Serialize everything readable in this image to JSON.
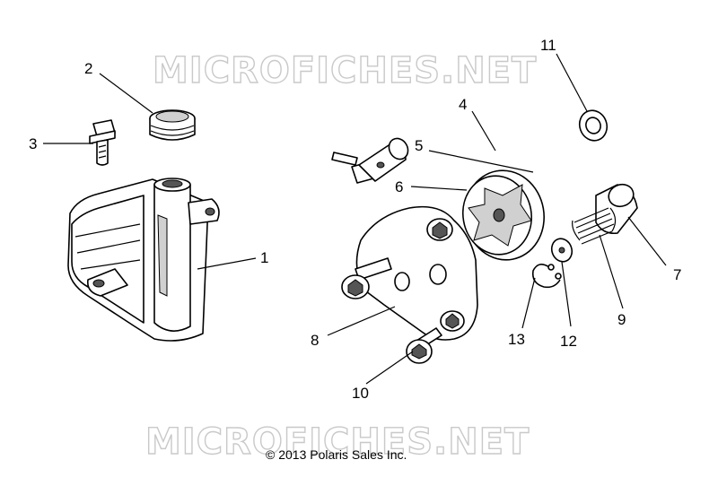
{
  "watermark": {
    "text": "MICROFICHES.NET"
  },
  "copyright": "© 2013 Polaris Sales Inc.",
  "callouts": [
    {
      "id": "1",
      "label": "1"
    },
    {
      "id": "2",
      "label": "2"
    },
    {
      "id": "3",
      "label": "3"
    },
    {
      "id": "4",
      "label": "4"
    },
    {
      "id": "5",
      "label": "5"
    },
    {
      "id": "6",
      "label": "6"
    },
    {
      "id": "7",
      "label": "7"
    },
    {
      "id": "8",
      "label": "8"
    },
    {
      "id": "9",
      "label": "9"
    },
    {
      "id": "10",
      "label": "10"
    },
    {
      "id": "11",
      "label": "11"
    },
    {
      "id": "12",
      "label": "12"
    },
    {
      "id": "13",
      "label": "13"
    }
  ]
}
